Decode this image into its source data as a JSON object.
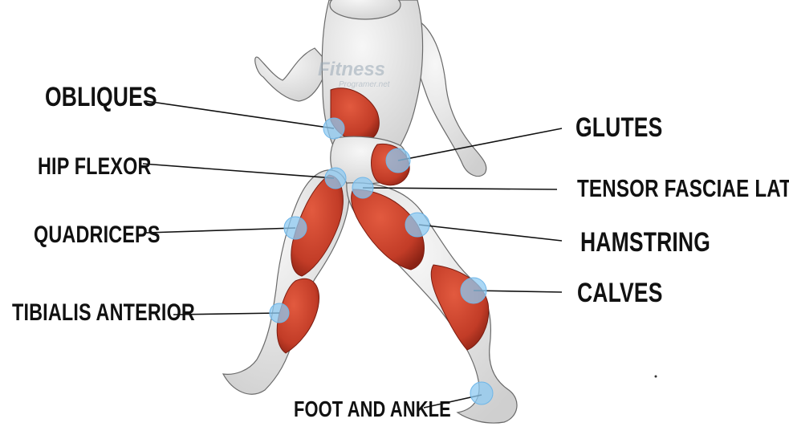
{
  "watermark": {
    "brand": "Fitness",
    "sub": "Programer.net"
  },
  "labels": {
    "obliques": "OBLIQUES",
    "hip_flexor": "HIP FLEXOR",
    "quadriceps": "QUADRICEPS",
    "tibialis_anterior": "TIBIALIS ANTERIOR",
    "glutes": "GLUTES",
    "tensor_fasciae_latae": "TENSOR FASCIAE LATAE",
    "hamstring": "HAMSTRING",
    "calves": "CALVES",
    "foot_and_ankle": "FOOT AND ANKLE"
  },
  "colors": {
    "muscle": "#c8402a",
    "muscle_dark": "#8f2415",
    "marker": "#8ec9f2",
    "body": "#e9e9e9",
    "outline": "#6a6a6a",
    "line": "#111111"
  }
}
